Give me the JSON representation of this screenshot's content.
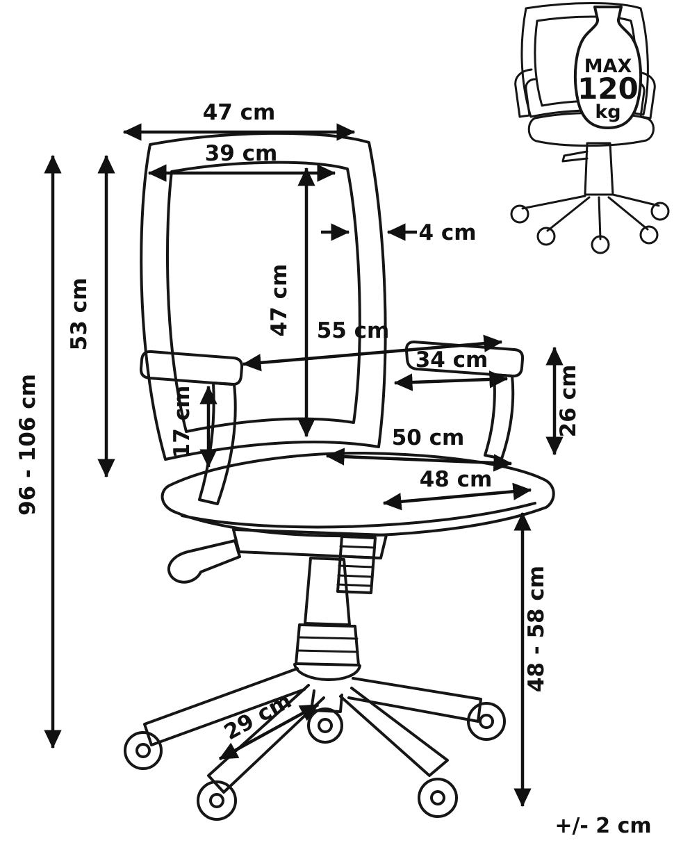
{
  "diagram": {
    "colors": {
      "line": "#161616",
      "background": "#ffffff",
      "text": "#111111"
    },
    "labels": {
      "back_width_outer": "47 cm",
      "back_width_inner": "39 cm",
      "back_thickness": "4 cm",
      "back_height_inner": "47 cm",
      "back_height_outer": "53 cm",
      "total_height": "96 - 106 cm",
      "depth_total": "55 cm",
      "armrest_length": "34 cm",
      "armrest_height": "26 cm",
      "armrest_support_height": "17 cm",
      "seat_width": "50 cm",
      "seat_depth": "48 cm",
      "seat_height": "48 - 58 cm",
      "base_leg_length": "29 cm",
      "tolerance": "+/- 2 cm",
      "max_weight": {
        "line1": "MAX",
        "line2": "120",
        "line3": "kg"
      }
    }
  }
}
